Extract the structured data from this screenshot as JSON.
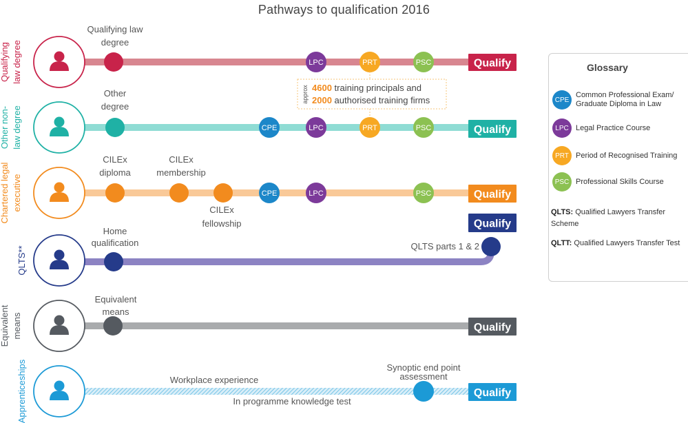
{
  "title": "Pathways to qualification 2016",
  "colors": {
    "law": "#c8234a",
    "other": "#1fb1a5",
    "cilex": "#f28b1e",
    "qlts": "#253b8a",
    "equiv": "#555a60",
    "appr": "#1c9ad6",
    "cpe": "#1c87c9",
    "lpc": "#7c3a9a",
    "prt": "#f7a823",
    "psc": "#8cc152"
  },
  "badges": {
    "cpe": "CPE",
    "lpc": "LPC",
    "prt": "PRT",
    "psc": "PSC"
  },
  "qualify_label": "Qualify",
  "rows": {
    "law": {
      "label_lines": [
        "Qualifying",
        "law degree"
      ],
      "node_label": [
        "Qualifying law",
        "degree"
      ]
    },
    "other": {
      "label_lines": [
        "Other non-",
        "law degree"
      ],
      "node_label": [
        "Other",
        "degree"
      ]
    },
    "cilex": {
      "label_lines": [
        "Chartered legal",
        "executive"
      ],
      "diploma": [
        "CILEx",
        "diploma"
      ],
      "membership": [
        "CILEx",
        "membership"
      ],
      "fellowship": [
        "CILEx",
        "fellowship"
      ]
    },
    "qlts": {
      "label_lines": [
        "QLTS**"
      ],
      "node_label": [
        "Home",
        "qualification"
      ],
      "end_label": "QLTS parts 1 & 2"
    },
    "equiv": {
      "label_lines": [
        "Equivalent",
        "means"
      ],
      "node_label": [
        "Equivalent",
        "means"
      ]
    },
    "appr": {
      "label_lines": [
        "Apprenticeships"
      ],
      "top_text": "Workplace experience",
      "bottom_text": "In programme knowledge test",
      "node_label": [
        "Synoptic end point",
        "assessment"
      ]
    }
  },
  "note": {
    "side": "approx",
    "num1": "4600",
    "text1": " training principals and",
    "num2": "2000",
    "text2": " authorised training firms"
  },
  "glossary": {
    "title": "Glossary",
    "items": [
      {
        "badge": "CPE",
        "lines": [
          "Common Professional Exam/",
          "Graduate Diploma in Law"
        ]
      },
      {
        "badge": "LPC",
        "lines": [
          "Legal Practice Course"
        ]
      },
      {
        "badge": "PRT",
        "lines": [
          "Period of Recognised Training"
        ]
      },
      {
        "badge": "PSC",
        "lines": [
          "Professional Skills Course"
        ]
      }
    ],
    "qlts_abbr": "QLTS:",
    "qlts_text": " Qualified Lawyers Transfer Scheme",
    "qltt_abbr": "QLTT:",
    "qltt_text": " Qualified Lawyers Transfer Test"
  }
}
